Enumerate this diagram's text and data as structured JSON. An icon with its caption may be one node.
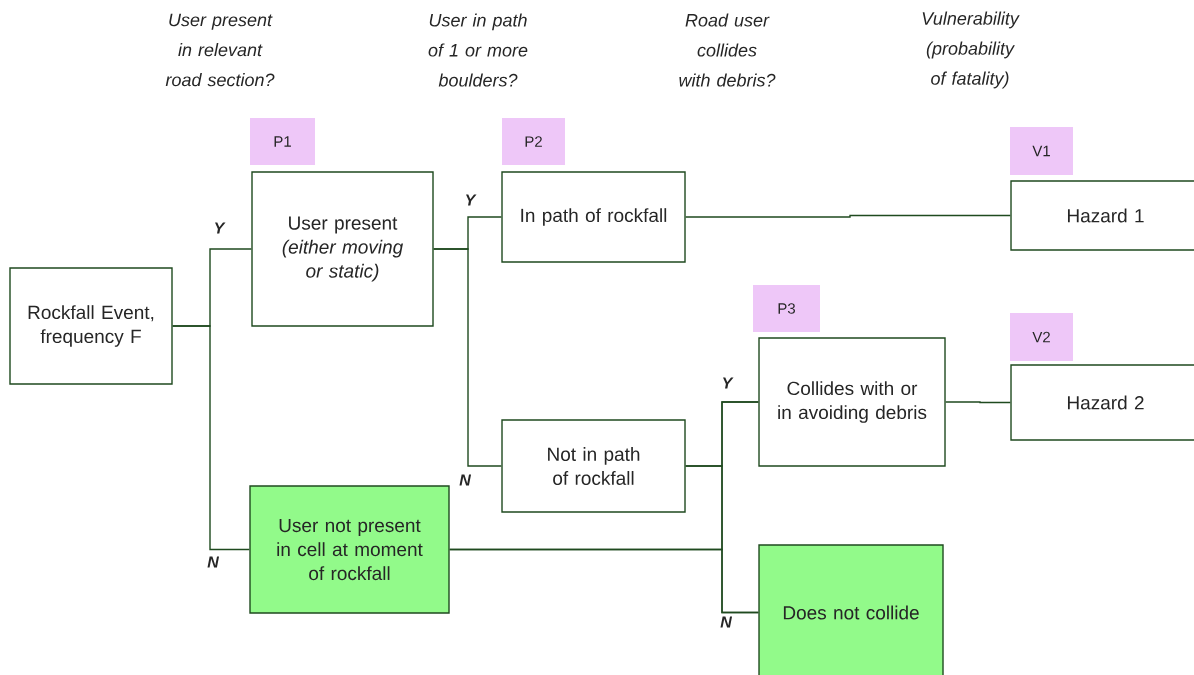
{
  "diagram": {
    "nodes": [
      {
        "text": [
          "Rockfall Event, frequency F"
        ]
      },
      {
        "text": [
          "User present",
          "(either moving or static)"
        ]
      },
      {
        "text": [
          "User not present in cell at moment of rockfall"
        ]
      },
      {
        "text": [
          "In path of rockfall"
        ]
      },
      {
        "text": [
          "Not in path of rockfall"
        ]
      },
      {
        "text": [
          "Collides with or in avoiding debris"
        ]
      },
      {
        "text": [
          "Does not collide"
        ]
      },
      {
        "text": [
          "Hazard 1"
        ]
      },
      {
        "text": [
          "Hazard 2"
        ]
      },
      {
        "text": [
          "P1"
        ]
      },
      {
        "text": [
          "P2"
        ]
      },
      {
        "text": [
          "P3"
        ]
      },
      {
        "text": [
          "V1"
        ]
      },
      {
        "text": [
          "V2"
        ]
      }
    ],
    "edges": [
      {
        "from": 0,
        "to": 1,
        "arrow": "none",
        "label": "Y"
      },
      {
        "from": 0,
        "to": 2,
        "arrow": "none",
        "label": "N"
      },
      {
        "from": 1,
        "to": 3,
        "arrow": "none",
        "label": "Y"
      },
      {
        "from": 1,
        "to": 4,
        "arrow": "none",
        "label": "N"
      },
      {
        "from": 4,
        "to": 5,
        "arrow": "none",
        "label": "Y"
      },
      {
        "from": 4,
        "to": 6,
        "arrow": "none",
        "label": "N"
      },
      {
        "from": 2,
        "to": 5,
        "arrow": "none"
      },
      {
        "from": 2,
        "to": 6,
        "arrow": "none"
      },
      {
        "from": 3,
        "to": 7,
        "arrow": "none"
      },
      {
        "from": 5,
        "to": 8,
        "arrow": "none"
      }
    ],
    "labels": [
      "User present in relevant road section?",
      "User in path of 1 or more boulders?",
      "Road user collides with debris?",
      "Vulnerability (probability of fatality)"
    ]
  }
}
